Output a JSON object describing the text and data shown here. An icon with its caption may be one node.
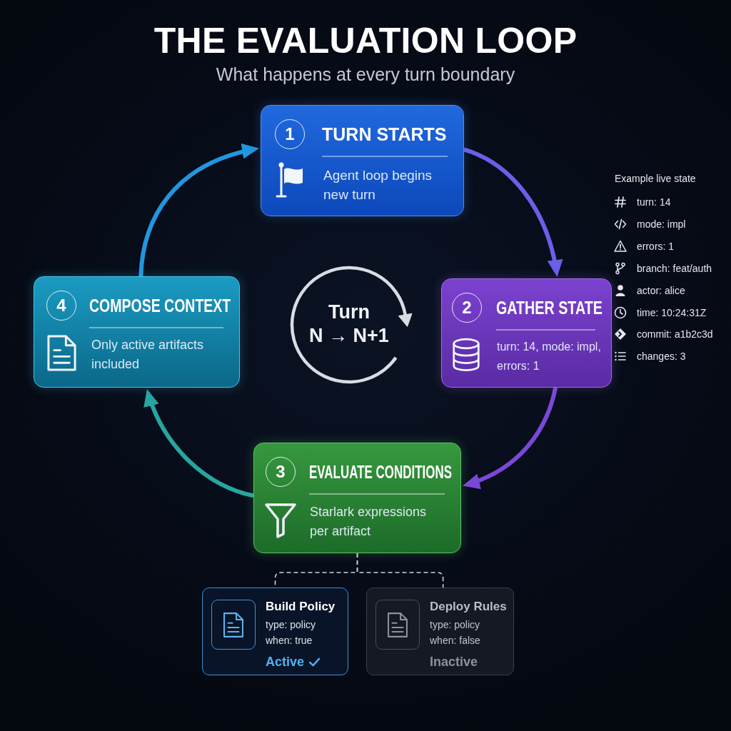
{
  "diagram": {
    "title": "THE EVALUATION LOOP",
    "nodes": [
      {
        "text": [
          "1",
          "TURN STARTS",
          "Agent loop begins new turn"
        ]
      },
      {
        "text": [
          "2",
          "GATHER STATE",
          "turn: 14, mode: impl, errors: 1"
        ]
      },
      {
        "text": [
          "3",
          "EVALUATE CONDITIONS",
          "Starlark expressions per artifact"
        ]
      },
      {
        "text": [
          "4",
          "COMPOSE CONTEXT",
          "Only active artifacts included"
        ]
      },
      {
        "text": [
          "Turn",
          "N → N+1"
        ]
      },
      {
        "text": [
          "Build Policy",
          "type: policy",
          "when: true",
          "Active"
        ]
      },
      {
        "text": [
          "Deploy Rules",
          "type: policy",
          "when: false",
          "Inactive"
        ]
      }
    ],
    "edges": [
      {
        "from": 0,
        "to": 1,
        "arrow": "to",
        "color": "#6a5fe8"
      },
      {
        "from": 1,
        "to": 2,
        "arrow": "to",
        "color": "#7a48d8"
      },
      {
        "from": 2,
        "to": 3,
        "arrow": "to",
        "color": "#26a6a0"
      },
      {
        "from": 3,
        "to": 0,
        "arrow": "to",
        "color": "#2196df"
      },
      {
        "from": 2,
        "to": 5,
        "arrow": "none",
        "style": "dashed",
        "color": "#cdd2da"
      },
      {
        "from": 2,
        "to": 6,
        "arrow": "none",
        "style": "dashed",
        "color": "#cdd2da"
      }
    ],
    "labels": [
      "What happens at every turn boundary",
      "Example live state",
      "turn: 14",
      "mode: impl",
      "errors: 1",
      "branch: feat/auth",
      "actor: alice",
      "time: 10:24:31Z",
      "commit: a1b2c3d",
      "changes: 3"
    ]
  }
}
